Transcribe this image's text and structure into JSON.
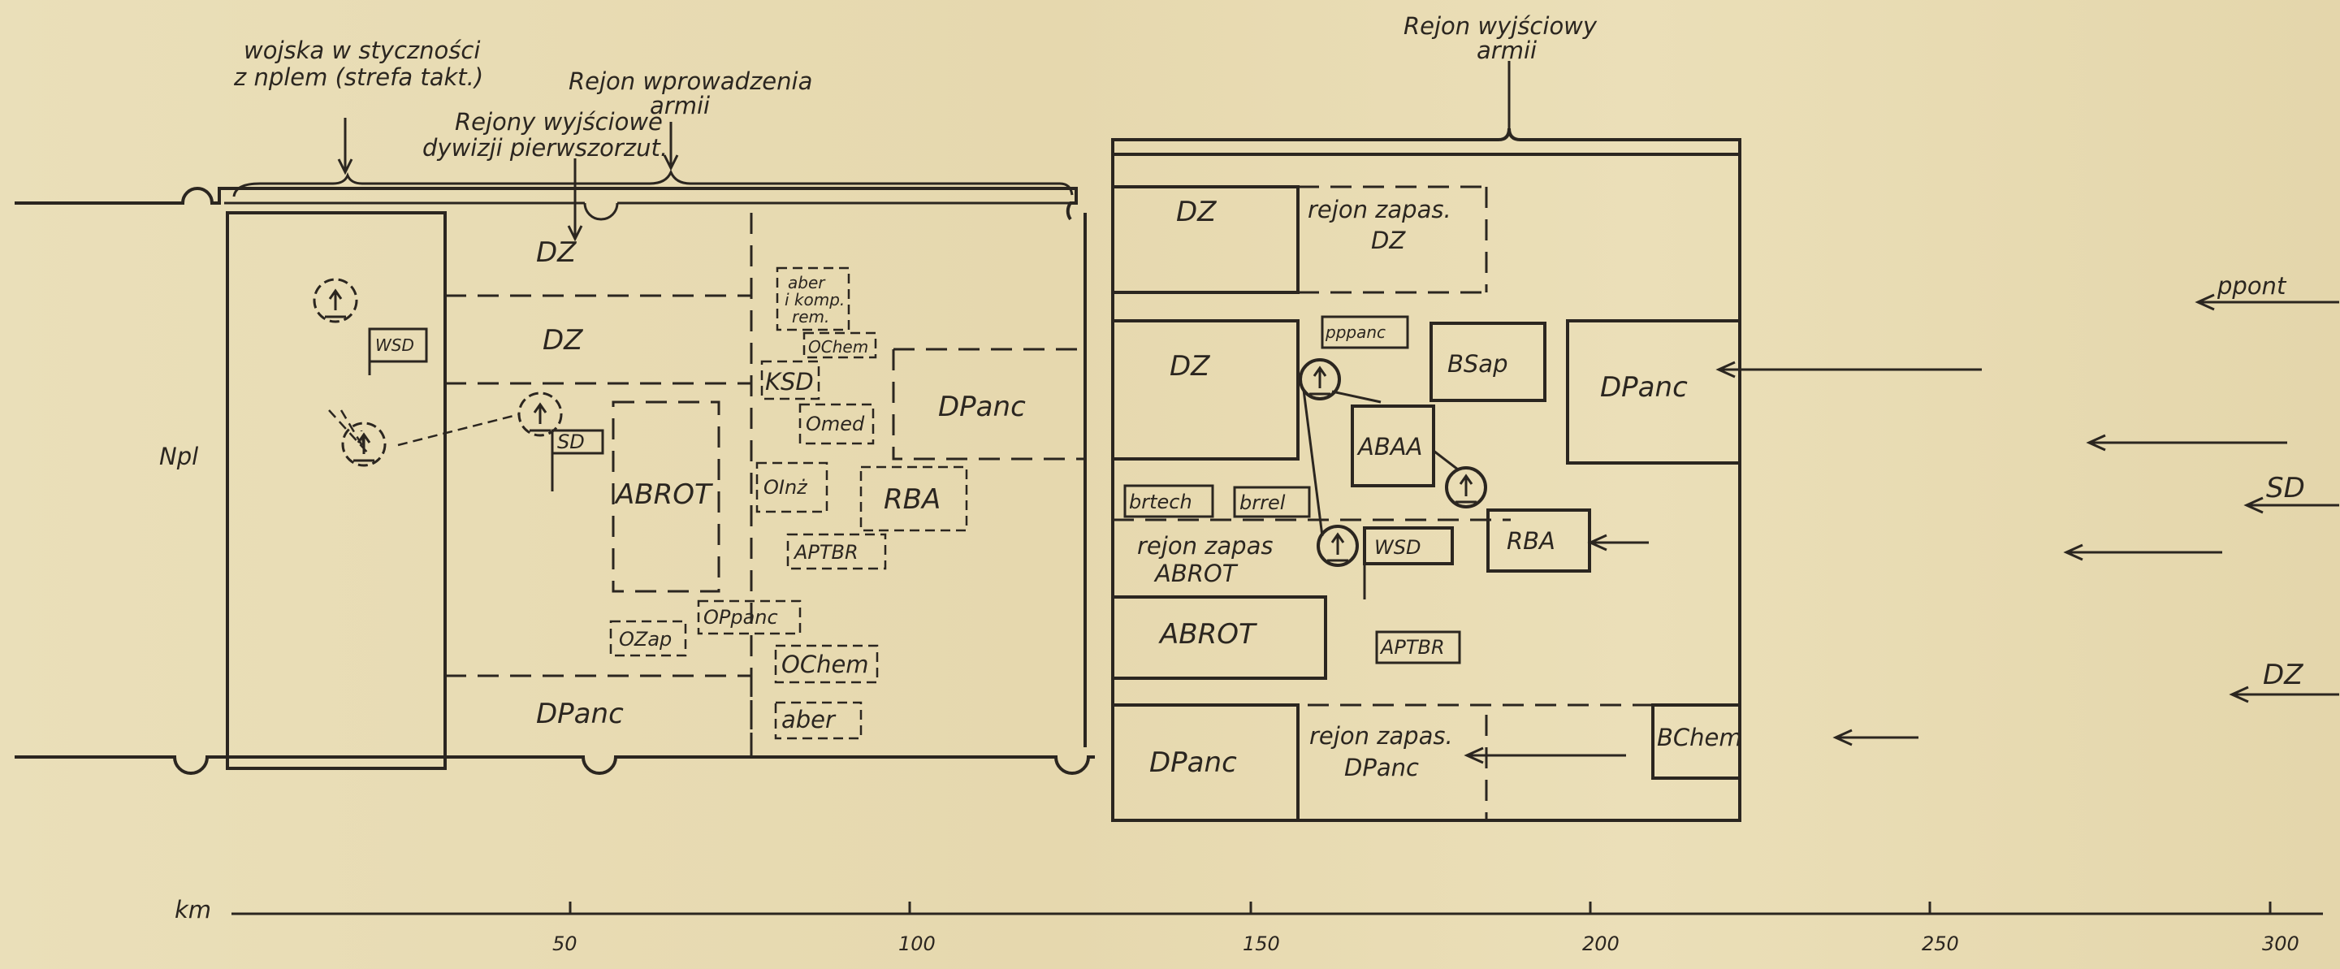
{
  "annotations": {
    "contact": "wojska w styczności z nplem (strefa takt.)",
    "contact_l1": "wojska w styczności",
    "contact_l2": "z nplem (strefa takt.)",
    "div_start_l1": "Rejony wyjściowe",
    "div_start_l2": "dywizji pierwszorzut.",
    "army_entry_l1": "Rejon wprowadzenia",
    "army_entry_l2": "armii",
    "army_start_l1": "Rejon wyjściowy",
    "army_start_l2": "armii",
    "enemy": "Npl"
  },
  "left_zone": {
    "DZ_top": "DZ",
    "DZ_mid": "DZ",
    "WSD": "WSD",
    "SD": "SD",
    "ABROT": "ABROT",
    "DPanc": "DPanc",
    "DPanc_right": "DPanc",
    "aber_komp_l1": "aber",
    "aber_komp_l2": "i komp.",
    "aber_komp_l3": "rem.",
    "OChem_small": "OChem",
    "KSD": "KSD",
    "Omed": "Omed",
    "OInz": "OInż",
    "RBA": "RBA",
    "APTBR": "APTBR",
    "OPpanc": "OPpanc",
    "OZap": "OZap",
    "OChem": "OChem",
    "aber": "aber"
  },
  "right_zone": {
    "DZ_top": "DZ",
    "rejon_zapas_DZ_l1": "rejon zapas.",
    "rejon_zapas_DZ_l2": "DZ",
    "DZ_mid": "DZ",
    "pppanc": "pppanc",
    "BSap": "BSap",
    "DPanc": "DPanc",
    "ABAA": "ABAA",
    "brtech": "brtech",
    "brrel": "brrel",
    "WSD": "WSD",
    "RBA": "RBA",
    "rejon_zapas_ABROT_l1": "rejon zapas",
    "rejon_zapas_ABROT_l2": "ABROT",
    "ABROT": "ABROT",
    "APTBR": "APTBR",
    "DPanc_bottom": "DPanc",
    "rejon_zapas_DPanc_l1": "rejon zapas.",
    "rejon_zapas_DPanc_l2": "DPanc",
    "BChem": "BChem"
  },
  "incoming": {
    "ppont": "ppont",
    "SD": "SD",
    "DZ": "DZ"
  },
  "scale": {
    "unit": "km",
    "ticks": [
      "50",
      "100",
      "150",
      "200",
      "250",
      "300"
    ]
  }
}
